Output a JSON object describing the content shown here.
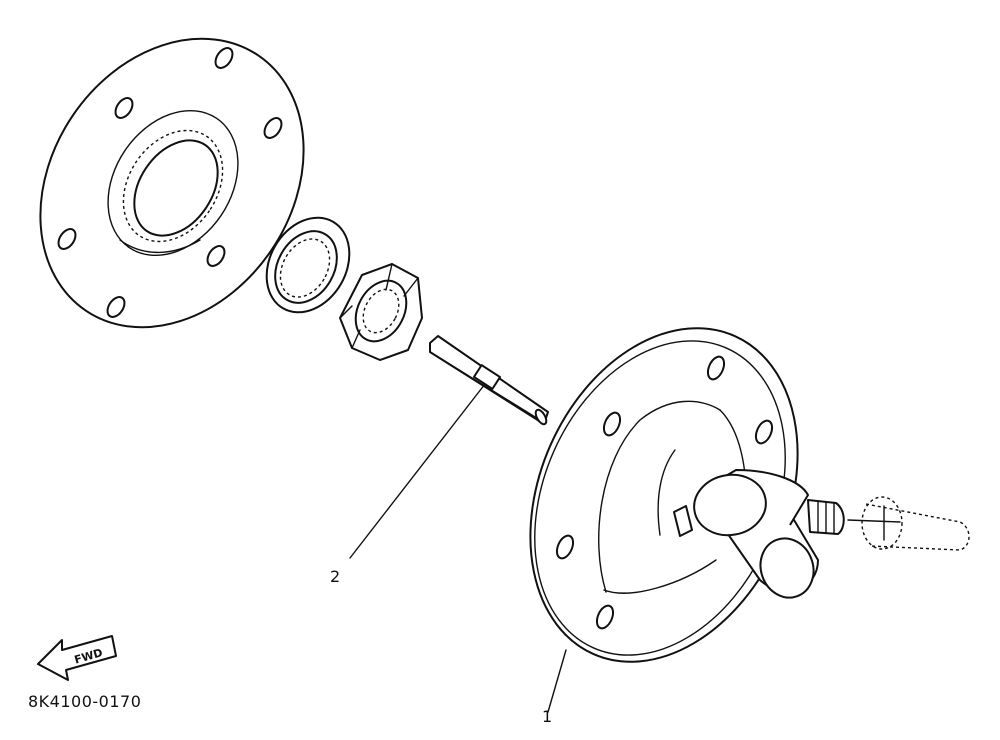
{
  "callouts": {
    "part_1": "1",
    "part_2": "2"
  },
  "fwd_label": "FWD",
  "diagram_code": "8K4100-0170"
}
